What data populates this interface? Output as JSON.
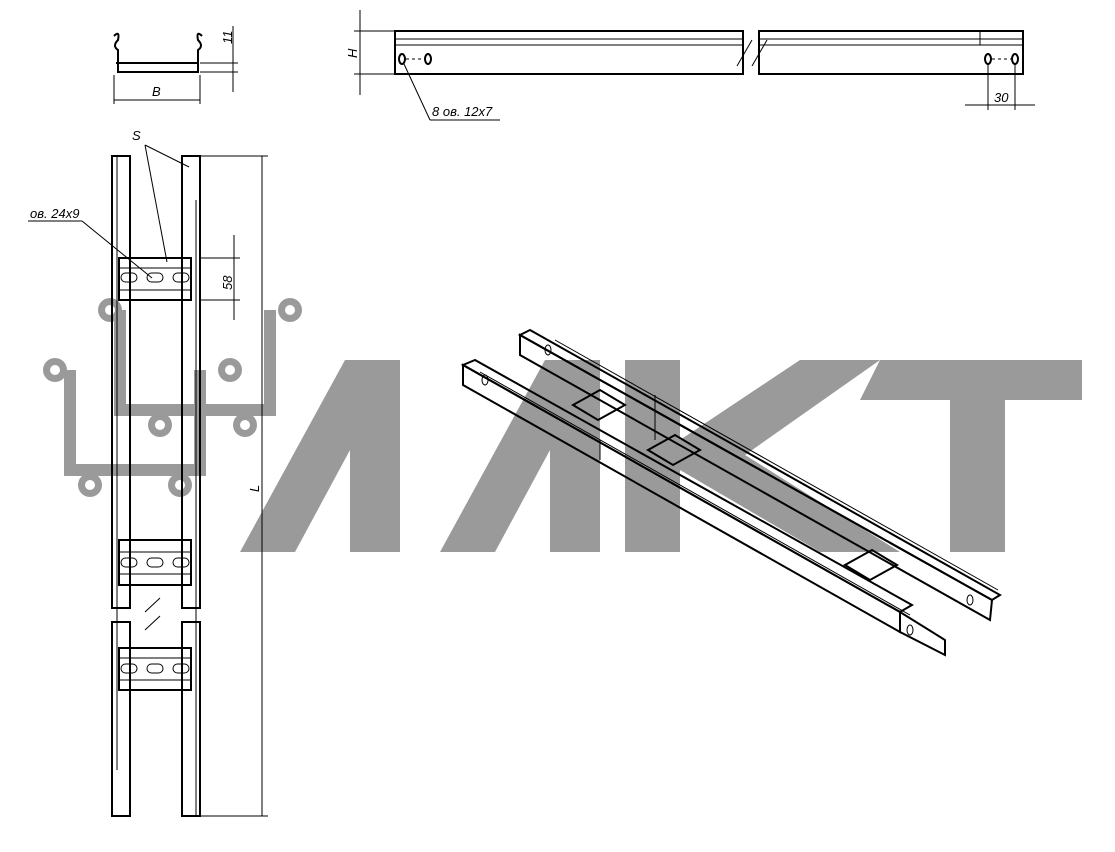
{
  "drawing": {
    "cross_section": {
      "dim_height": "11",
      "dim_width": "B"
    },
    "side_view": {
      "dim_height": "H",
      "holes_note": "8 ов. 12х7",
      "dim_hole_spacing": "30"
    },
    "top_view": {
      "thickness_label": "S",
      "slot_note": "ов. 24х9",
      "dim_rung_pitch": "58",
      "dim_length": "L"
    },
    "watermark": {
      "text": "МКТ",
      "color": "#9a9a9a"
    }
  }
}
